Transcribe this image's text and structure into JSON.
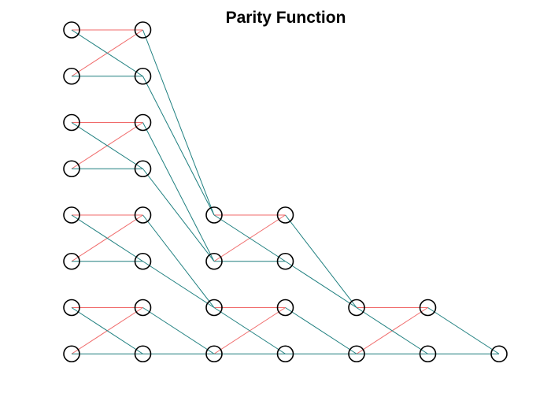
{
  "title": "Parity Function",
  "colors": {
    "negative_edge": "#f06a6a",
    "positive_edge": "#1e7f7f",
    "node_stroke": "#000000",
    "background": "#ffffff"
  },
  "columns": [
    {
      "id": "c0",
      "rows": [
        0,
        1,
        2,
        3,
        4,
        5,
        6,
        7
      ]
    },
    {
      "id": "c1",
      "rows": [
        0,
        1,
        2,
        3,
        4,
        5,
        6,
        7
      ]
    },
    {
      "id": "c2",
      "rows": [
        4,
        5,
        6,
        7
      ]
    },
    {
      "id": "c3",
      "rows": [
        4,
        5,
        6,
        7
      ]
    },
    {
      "id": "c4",
      "rows": [
        6,
        7
      ]
    },
    {
      "id": "c5",
      "rows": [
        6,
        7
      ]
    },
    {
      "id": "c6",
      "rows": [
        7
      ]
    }
  ],
  "edges": [
    {
      "from": [
        0,
        0
      ],
      "to": [
        1,
        0
      ],
      "type": "negative"
    },
    {
      "from": [
        0,
        1
      ],
      "to": [
        1,
        0
      ],
      "type": "negative"
    },
    {
      "from": [
        0,
        0
      ],
      "to": [
        1,
        1
      ],
      "type": "positive"
    },
    {
      "from": [
        0,
        1
      ],
      "to": [
        1,
        1
      ],
      "type": "positive"
    },
    {
      "from": [
        0,
        2
      ],
      "to": [
        1,
        2
      ],
      "type": "negative"
    },
    {
      "from": [
        0,
        3
      ],
      "to": [
        1,
        2
      ],
      "type": "negative"
    },
    {
      "from": [
        0,
        2
      ],
      "to": [
        1,
        3
      ],
      "type": "positive"
    },
    {
      "from": [
        0,
        3
      ],
      "to": [
        1,
        3
      ],
      "type": "positive"
    },
    {
      "from": [
        0,
        4
      ],
      "to": [
        1,
        4
      ],
      "type": "negative"
    },
    {
      "from": [
        0,
        5
      ],
      "to": [
        1,
        4
      ],
      "type": "negative"
    },
    {
      "from": [
        0,
        4
      ],
      "to": [
        1,
        5
      ],
      "type": "positive"
    },
    {
      "from": [
        0,
        5
      ],
      "to": [
        1,
        5
      ],
      "type": "positive"
    },
    {
      "from": [
        0,
        6
      ],
      "to": [
        1,
        6
      ],
      "type": "negative"
    },
    {
      "from": [
        0,
        7
      ],
      "to": [
        1,
        6
      ],
      "type": "negative"
    },
    {
      "from": [
        0,
        6
      ],
      "to": [
        1,
        7
      ],
      "type": "positive"
    },
    {
      "from": [
        0,
        7
      ],
      "to": [
        1,
        7
      ],
      "type": "positive"
    },
    {
      "from": [
        1,
        0
      ],
      "to": [
        2,
        4
      ],
      "type": "positive"
    },
    {
      "from": [
        1,
        1
      ],
      "to": [
        2,
        4
      ],
      "type": "positive"
    },
    {
      "from": [
        1,
        2
      ],
      "to": [
        2,
        5
      ],
      "type": "positive"
    },
    {
      "from": [
        1,
        3
      ],
      "to": [
        2,
        5
      ],
      "type": "positive"
    },
    {
      "from": [
        1,
        4
      ],
      "to": [
        2,
        6
      ],
      "type": "positive"
    },
    {
      "from": [
        1,
        5
      ],
      "to": [
        2,
        6
      ],
      "type": "positive"
    },
    {
      "from": [
        1,
        6
      ],
      "to": [
        2,
        7
      ],
      "type": "positive"
    },
    {
      "from": [
        1,
        7
      ],
      "to": [
        2,
        7
      ],
      "type": "positive"
    },
    {
      "from": [
        2,
        4
      ],
      "to": [
        3,
        4
      ],
      "type": "negative"
    },
    {
      "from": [
        2,
        5
      ],
      "to": [
        3,
        4
      ],
      "type": "negative"
    },
    {
      "from": [
        2,
        4
      ],
      "to": [
        3,
        5
      ],
      "type": "positive"
    },
    {
      "from": [
        2,
        5
      ],
      "to": [
        3,
        5
      ],
      "type": "positive"
    },
    {
      "from": [
        2,
        6
      ],
      "to": [
        3,
        6
      ],
      "type": "negative"
    },
    {
      "from": [
        2,
        7
      ],
      "to": [
        3,
        6
      ],
      "type": "negative"
    },
    {
      "from": [
        2,
        6
      ],
      "to": [
        3,
        7
      ],
      "type": "positive"
    },
    {
      "from": [
        2,
        7
      ],
      "to": [
        3,
        7
      ],
      "type": "positive"
    },
    {
      "from": [
        3,
        4
      ],
      "to": [
        4,
        6
      ],
      "type": "positive"
    },
    {
      "from": [
        3,
        5
      ],
      "to": [
        4,
        6
      ],
      "type": "positive"
    },
    {
      "from": [
        3,
        6
      ],
      "to": [
        4,
        7
      ],
      "type": "positive"
    },
    {
      "from": [
        3,
        7
      ],
      "to": [
        4,
        7
      ],
      "type": "positive"
    },
    {
      "from": [
        4,
        6
      ],
      "to": [
        5,
        6
      ],
      "type": "negative"
    },
    {
      "from": [
        4,
        7
      ],
      "to": [
        5,
        6
      ],
      "type": "negative"
    },
    {
      "from": [
        4,
        6
      ],
      "to": [
        5,
        7
      ],
      "type": "positive"
    },
    {
      "from": [
        4,
        7
      ],
      "to": [
        5,
        7
      ],
      "type": "positive"
    },
    {
      "from": [
        5,
        6
      ],
      "to": [
        6,
        7
      ],
      "type": "positive"
    },
    {
      "from": [
        5,
        7
      ],
      "to": [
        6,
        7
      ],
      "type": "positive"
    }
  ]
}
